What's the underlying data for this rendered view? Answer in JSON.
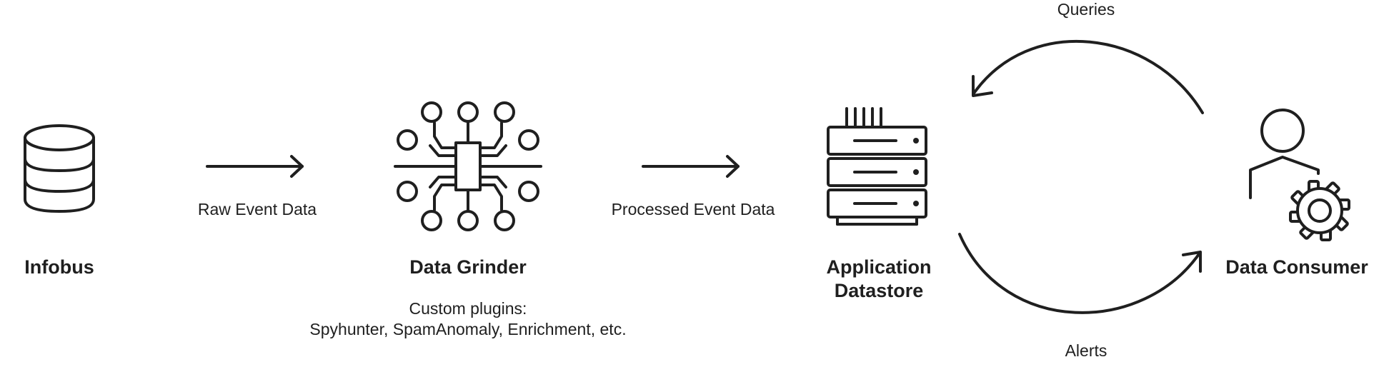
{
  "nodes": {
    "infobus": {
      "label": "Infobus",
      "icon": "database-icon"
    },
    "grinder": {
      "label": "Data Grinder",
      "icon": "circuit-chip-icon",
      "note_line1": "Custom plugins:",
      "note_line2": "Spyhunter, SpamAnomaly, Enrichment, etc."
    },
    "datastore": {
      "label_line1": "Application",
      "label_line2": "Datastore",
      "icon": "server-rack-icon"
    },
    "consumer": {
      "label": "Data Consumer",
      "icon": "user-gear-icon"
    }
  },
  "edges": {
    "raw": {
      "label": "Raw Event Data"
    },
    "processed": {
      "label": "Processed Event Data"
    },
    "queries": {
      "label": "Queries"
    },
    "alerts": {
      "label": "Alerts"
    }
  },
  "colors": {
    "stroke": "#1f1f1f",
    "background": "#ffffff"
  }
}
